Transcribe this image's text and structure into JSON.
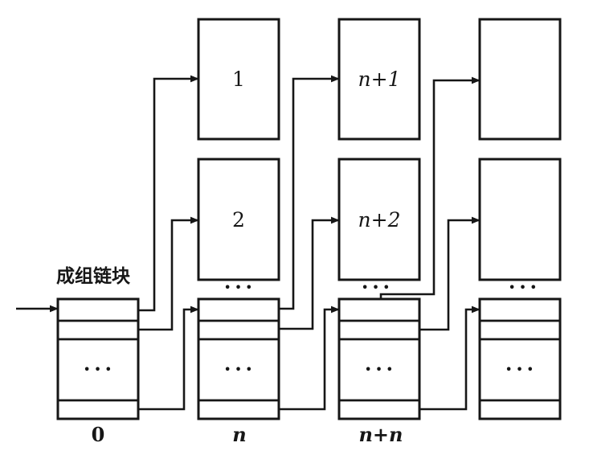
{
  "colors": {
    "ink": "#161616",
    "background": "#ffffff"
  },
  "diagram": {
    "title": "成组链块",
    "free_blocks": {
      "top_row": [
        "1",
        "n+1",
        ""
      ],
      "second_row": [
        "2",
        "n+2",
        ""
      ]
    },
    "column_ellipsis": [
      "•••",
      "•••",
      "•••"
    ],
    "link_stacks": [
      {
        "ellipsis": "•••",
        "label": "0"
      },
      {
        "ellipsis": "•••",
        "label": "n"
      },
      {
        "ellipsis": "•••",
        "label": "n+n"
      },
      {
        "ellipsis": "•••",
        "label": ""
      }
    ]
  }
}
